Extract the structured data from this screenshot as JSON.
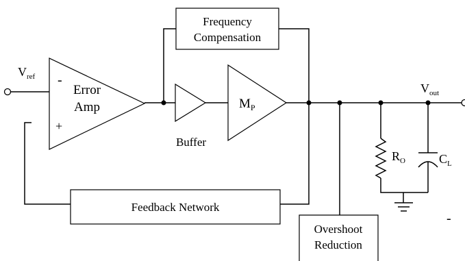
{
  "labels": {
    "vref_main": "V",
    "vref_sub": "ref",
    "vout_main": "V",
    "vout_sub": "out",
    "minus_sign": "-",
    "plus_sign": "+",
    "error_amp_line1": "Error",
    "error_amp_line2": "Amp",
    "buffer": "Buffer",
    "mp_main": "M",
    "mp_sub": "P",
    "freq_comp_line1": "Frequency",
    "freq_comp_line2": "Compensation",
    "feedback_network": "Feedback Network",
    "overshoot_line1": "Overshoot",
    "overshoot_line2": "Reduction",
    "ro_main": "R",
    "ro_sub": "O",
    "cl_main": "C",
    "cl_sub": "L",
    "stray_dash": "-"
  },
  "colors": {
    "stroke": "#000000",
    "background": "#ffffff"
  }
}
